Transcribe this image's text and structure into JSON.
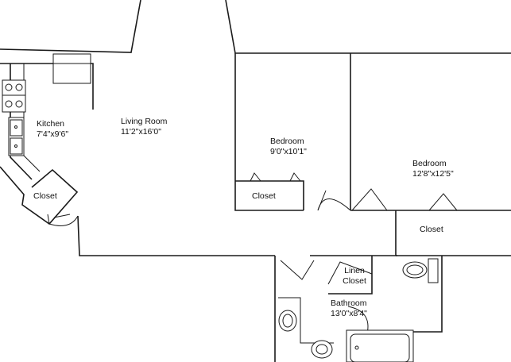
{
  "rooms": {
    "kitchen": {
      "name": "Kitchen",
      "dims": "7'4\"x9'6\""
    },
    "living_room": {
      "name": "Living Room",
      "dims": "11'2\"x16'0\""
    },
    "bedroom_1": {
      "name": "Bedroom",
      "dims": "9'0\"x10'1\""
    },
    "bedroom_2": {
      "name": "Bedroom",
      "dims": "12'8\"x12'5\""
    },
    "bathroom": {
      "name": "Bathroom",
      "dims": "13'0\"x8'4\""
    }
  },
  "closets": {
    "kitchen_closet": "Closet",
    "bedroom_1_closet": "Closet",
    "bedroom_2_closet": "Closet",
    "linen_line1": "Linen",
    "linen_line2": "Closet"
  }
}
